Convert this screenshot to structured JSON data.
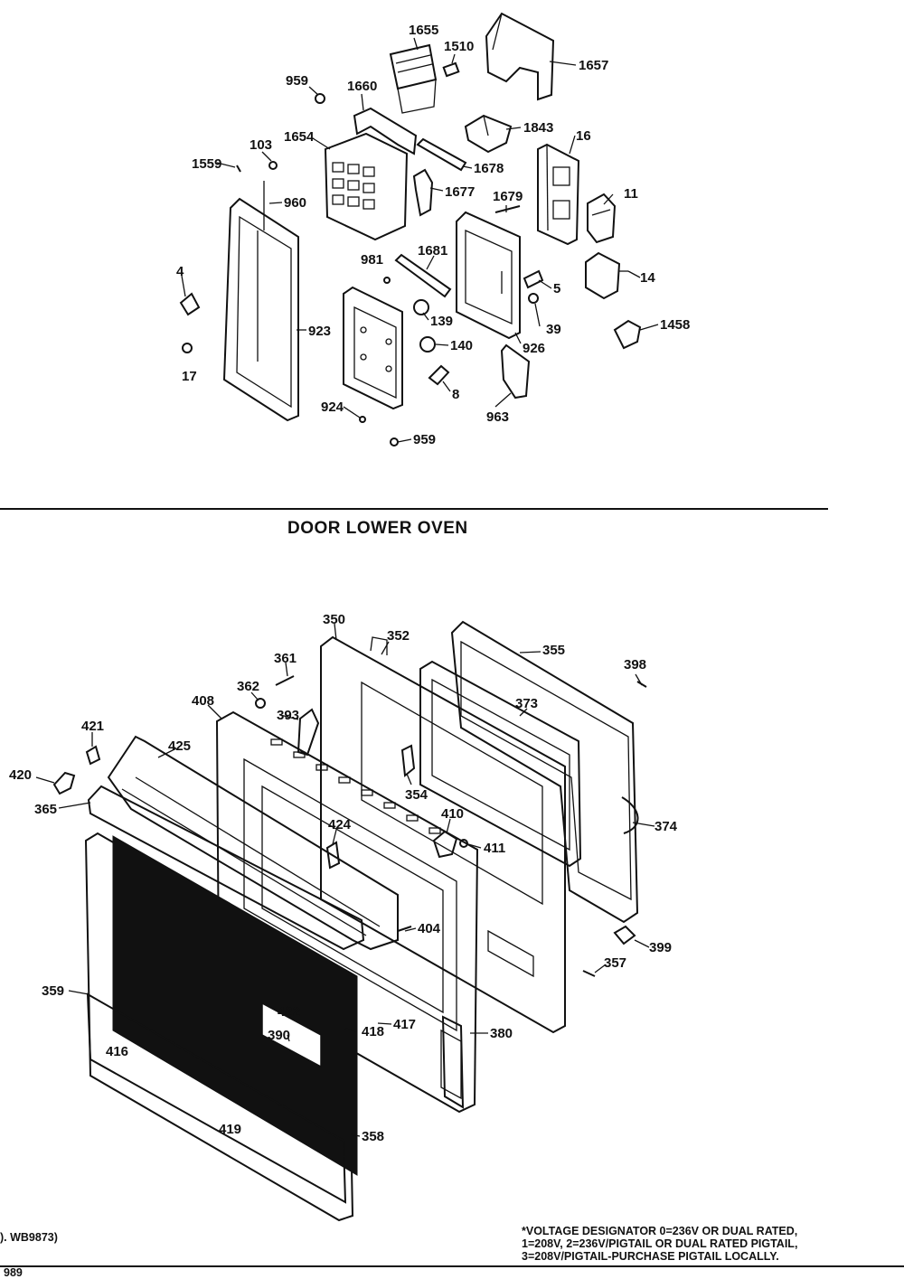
{
  "section_title": "DOOR LOWER OVEN",
  "upper_callouts": [
    "1655",
    "1510",
    "1657",
    "959",
    "1660",
    "1843",
    "103",
    "1654",
    "16",
    "1559",
    "1678",
    "960",
    "1677",
    "1679",
    "11",
    "981",
    "1681",
    "4",
    "14",
    "5",
    "923",
    "139",
    "39",
    "140",
    "926",
    "1458",
    "17",
    "8",
    "924",
    "963",
    "959"
  ],
  "lower_callouts": [
    "350",
    "352",
    "355",
    "361",
    "398",
    "362",
    "373",
    "408",
    "393",
    "421",
    "425",
    "420",
    "354",
    "374",
    "365",
    "424",
    "410",
    "411",
    "404",
    "399",
    "357",
    "359",
    "422",
    "390",
    "417",
    "418",
    "380",
    "416",
    "419",
    "358"
  ],
  "footer": {
    "left_note": "). WB9873)",
    "voltage_note": "*VOLTAGE DESIGNATOR 0=236V OR DUAL RATED,\n1=208V, 2=236V/PIGTAIL OR DUAL RATED PIGTAIL,\n3=208V/PIGTAIL-PURCHASE PIGTAIL LOCALLY.",
    "page_code": "989"
  }
}
